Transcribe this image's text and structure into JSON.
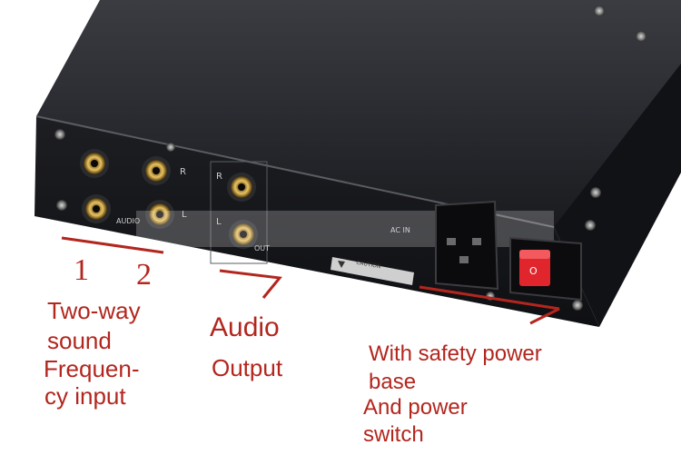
{
  "panel": {
    "audio_label": "AUDIO",
    "out_label": "OUT",
    "ac_in_label": "AC IN",
    "right_mark": "R",
    "left_mark": "L",
    "caution_label": "CAUTION",
    "power_switch_mark": "O"
  },
  "annotations": {
    "input_1_number": "1",
    "input_2_number": "2",
    "input_line1": "Two-way",
    "input_line2": "sound",
    "input_line3": "Frequen-",
    "input_line4": "cy input",
    "audio_line1": "Audio",
    "audio_line2": "Output",
    "power_line1": "With safety power",
    "power_line2": "base",
    "power_line3": "And power",
    "power_line4": "switch"
  },
  "colors": {
    "annotation": "#b3261e",
    "chassis": "#151619",
    "switch": "#e0262c"
  }
}
